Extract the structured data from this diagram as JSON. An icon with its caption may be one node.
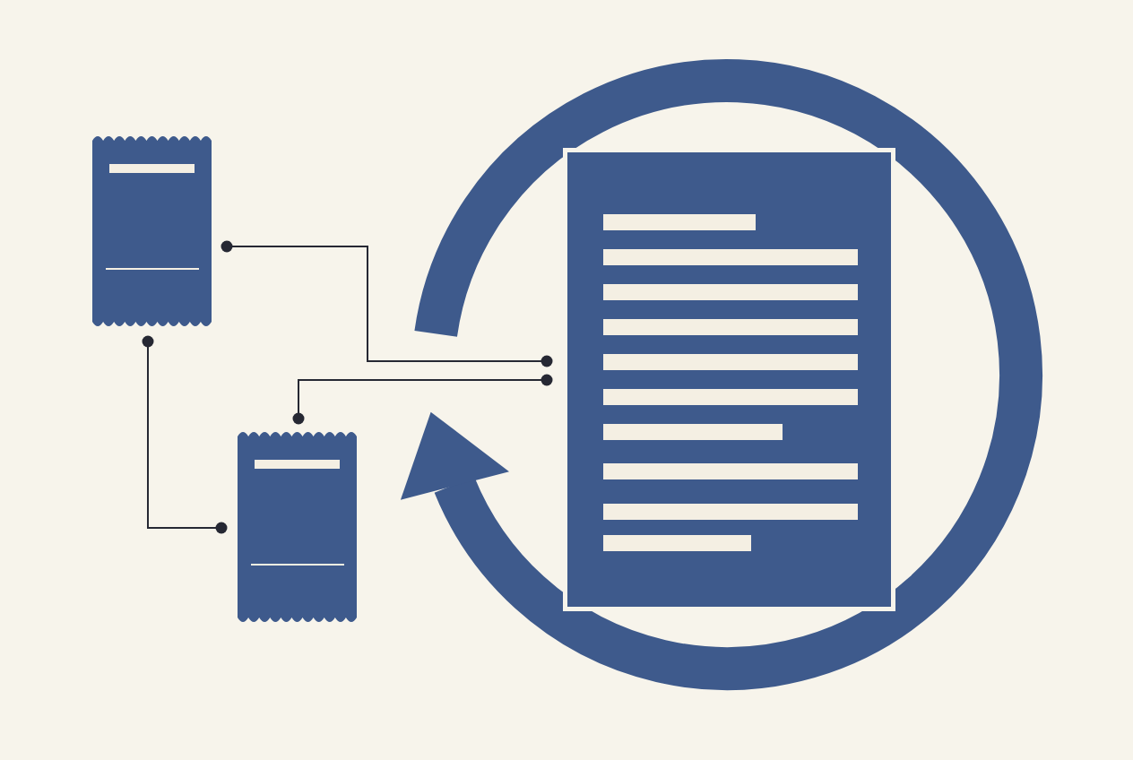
{
  "diagram": {
    "nodes": [
      {
        "text": [],
        "shape": "picture"
      },
      {
        "text": [],
        "shape": "picture"
      },
      {
        "text": [],
        "shape": "picture"
      }
    ],
    "edges": [
      {
        "from": 0,
        "to": 1,
        "arrow": "other"
      },
      {
        "from": 2,
        "to": 1,
        "arrow": "other"
      },
      {
        "from": 0,
        "to": 2,
        "arrow": "other"
      }
    ]
  }
}
